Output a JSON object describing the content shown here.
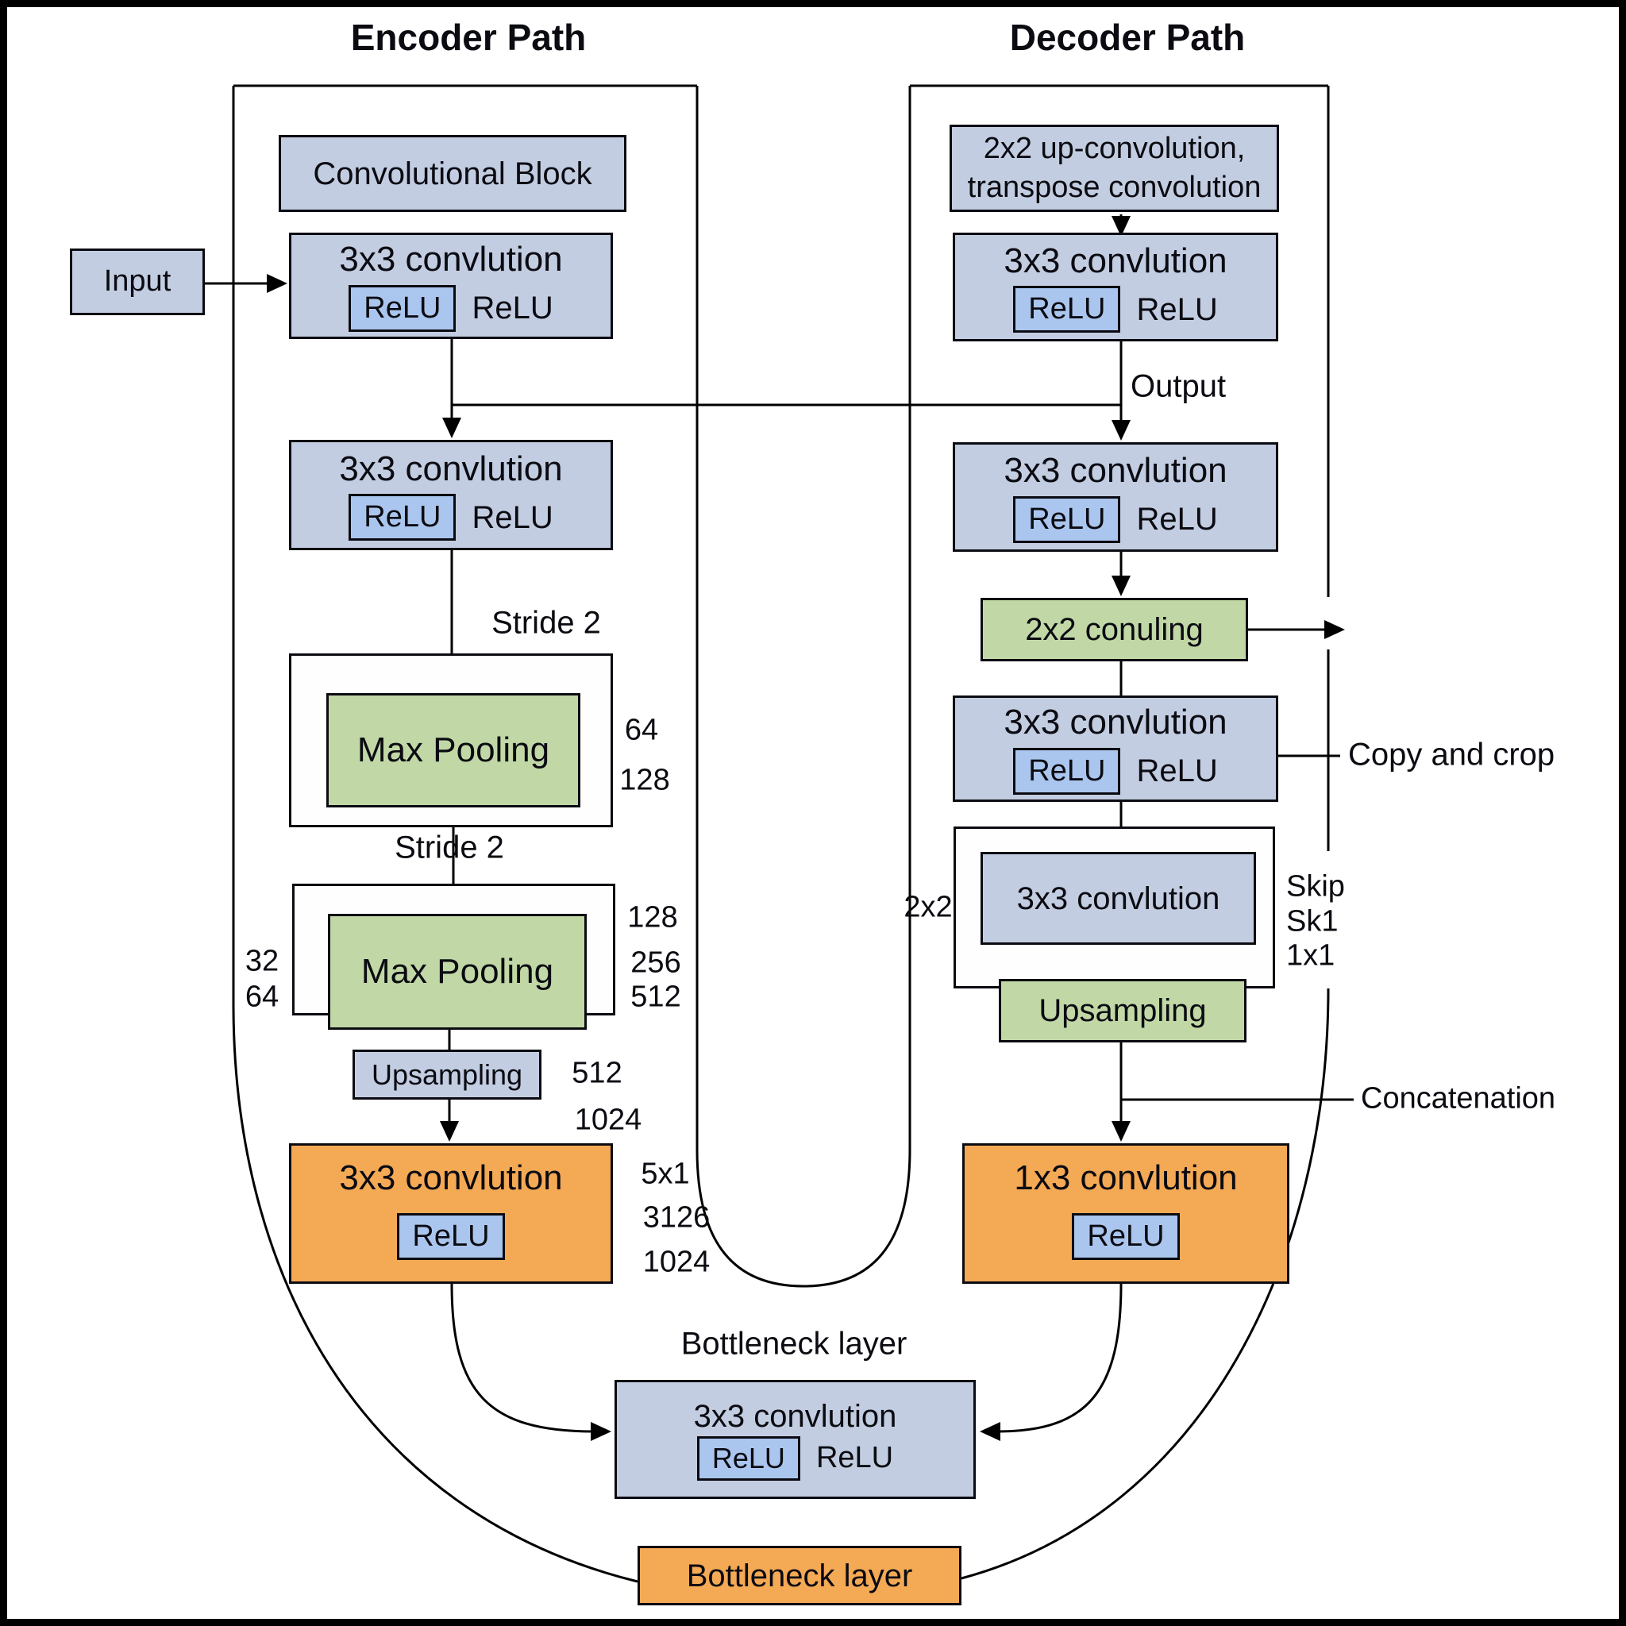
{
  "titles": {
    "encoder": "Encoder Path",
    "decoder": "Decoder Path"
  },
  "encoder": {
    "input_label": "Input",
    "conv_block_label": "Convolutional Block",
    "conv1": {
      "title": "3x3 convlution",
      "relu_chip": "ReLU",
      "relu_text": "ReLU"
    },
    "conv2": {
      "title": "3x3 convlution",
      "relu_chip": "ReLU",
      "relu_text": "ReLU"
    },
    "stride_label_1": "Stride 2",
    "stride_label_2": "Stride 2",
    "pool1": {
      "label": "Max Pooling",
      "right_labels": [
        "64",
        "128"
      ]
    },
    "pool2": {
      "label": "Max Pooling",
      "left_labels": [
        "32",
        "64"
      ],
      "right_labels": [
        "128",
        "256",
        "512"
      ]
    },
    "upsampling": {
      "label": "Upsampling",
      "right_labels": [
        "512",
        "1024"
      ]
    },
    "orange_conv": {
      "title": "3x3 convlution",
      "relu_chip": "ReLU",
      "right_labels": [
        "5x1",
        "3126",
        "1024"
      ]
    }
  },
  "decoder": {
    "upconv": {
      "line1": "2x2 up-convolution,",
      "line2": "transpose convolution"
    },
    "conv1": {
      "title": "3x3 convlution",
      "relu_chip": "ReLU",
      "relu_text": "ReLU"
    },
    "output_label": "Output",
    "conv2": {
      "title": "3x3 convlution",
      "relu_chip": "ReLU",
      "relu_text": "ReLU"
    },
    "conuling": {
      "label": "2x2 conuling"
    },
    "conv3": {
      "title": "3x3 convlution",
      "relu_chip": "ReLU",
      "relu_text": "ReLU"
    },
    "copy_crop_label": "Copy and crop",
    "mid": {
      "left_label": "2x2",
      "inner_conv_title": "3x3 convlution",
      "skip_labels": [
        "Skip",
        "Sk1",
        "1x1"
      ],
      "upsampling_label": "Upsampling"
    },
    "concatenation_label": "Concatenation",
    "orange_conv": {
      "title": "1x3 convlution",
      "relu_chip": "ReLU"
    }
  },
  "bottleneck": {
    "label": "Bottleneck layer",
    "conv": {
      "title": "3x3 convlution",
      "relu_chip": "ReLU",
      "relu_text": "ReLU"
    },
    "bottom_box_label": "Bottleneck layer"
  },
  "colors": {
    "box_blue": "#c3cde1",
    "relu_blue": "#abc6ee",
    "green": "#c1d8a6",
    "orange": "#f4a955",
    "text": "#0b0b12",
    "line": "#000000"
  }
}
